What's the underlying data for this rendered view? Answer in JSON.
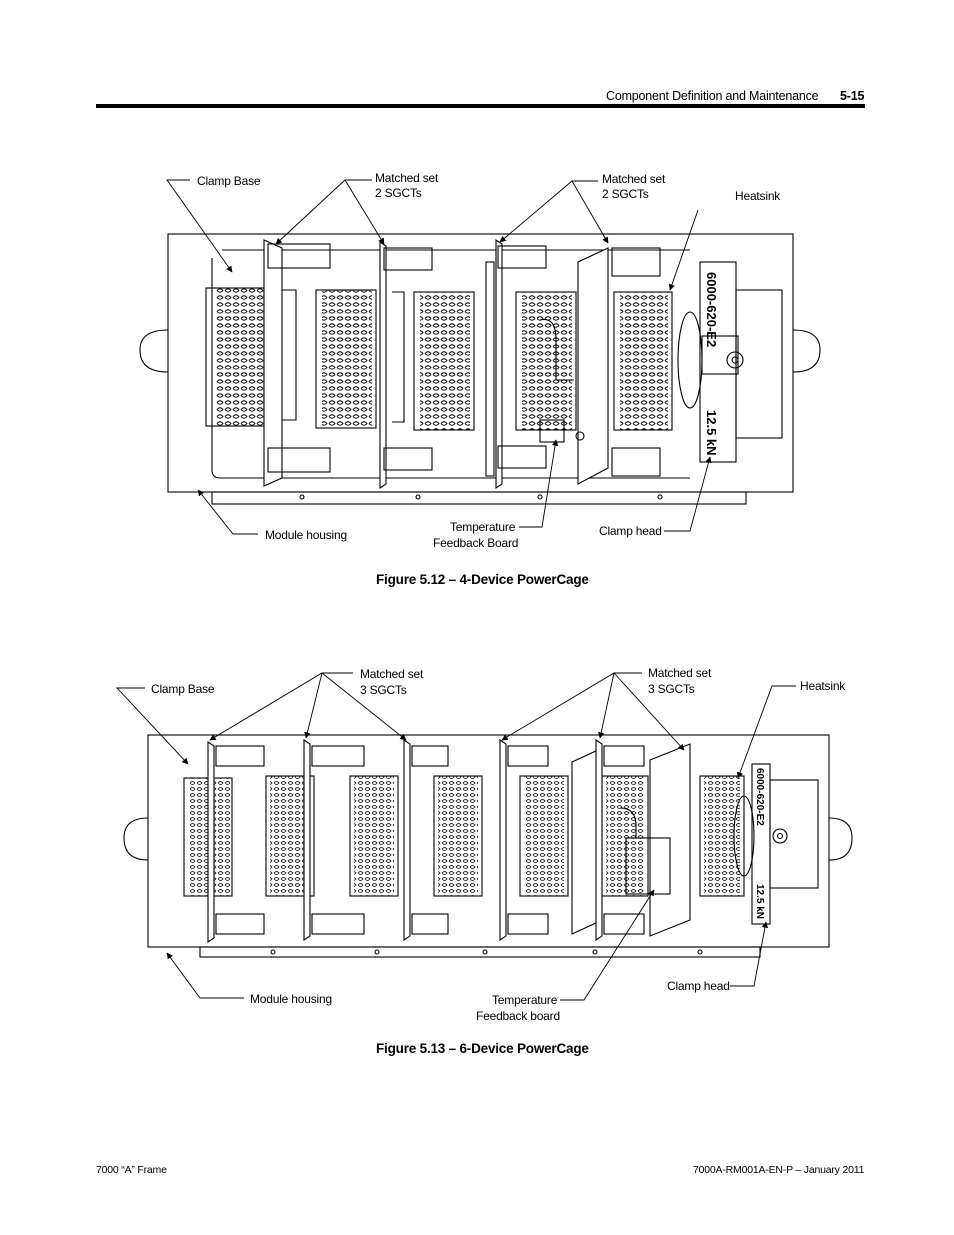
{
  "header": {
    "section_title": "Component Definition and Maintenance",
    "page_number": "5-15"
  },
  "figure1": {
    "caption": "Figure 5.12 – 4-Device PowerCage",
    "labels": {
      "clamp_base": "Clamp Base",
      "matched_set_1": [
        "Matched set",
        "2 SGCTs"
      ],
      "matched_set_2": [
        "Matched set",
        "2 SGCTs"
      ],
      "heatsink": "Heatsink",
      "module_housing": "Module housing",
      "temperature_board": [
        "Temperature",
        "Feedback Board"
      ],
      "clamp_head": "Clamp head"
    },
    "plate_text": [
      "6000-620-E2",
      "12.5 kN"
    ]
  },
  "figure2": {
    "caption": "Figure 5.13 – 6-Device PowerCage",
    "labels": {
      "clamp_base": "Clamp Base",
      "matched_set_1": [
        "Matched set",
        "3 SGCTs"
      ],
      "matched_set_2": [
        "Matched set",
        "3 SGCTs"
      ],
      "heatsink": "Heatsink",
      "module_housing": "Module housing",
      "temperature_board": [
        "Temperature",
        "Feedback board"
      ],
      "clamp_head": "Clamp head"
    },
    "plate_text": [
      "6000-620-E2",
      "12.5 kN"
    ]
  },
  "footer": {
    "left": "7000 “A” Frame",
    "right": "7000A-RM001A-EN-P –  January 2011"
  }
}
